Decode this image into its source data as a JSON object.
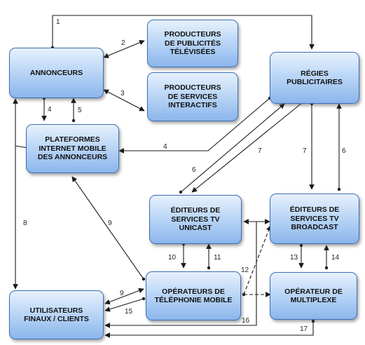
{
  "nodes": {
    "annonceurs": "ANNONCEURS",
    "producteurs_publicites": "PRODUCTEURS\nDE PUBLICITÉS\nTÉLÉVISÉES",
    "producteurs_services": "PRODUCTEURS\nDE SERVICES\nINTERACTIFS",
    "regies": "RÉGIES\nPUBLICITAIRES",
    "plateformes": "PLATEFORMES\nINTERNET MOBILE\nDES ANNONCEURS",
    "editeurs_unicast": "ÉDITEURS DE\nSERVICES TV\nUNICAST",
    "editeurs_broadcast": "ÉDITEURS DE\nSERVICES TV\nBROADCAST",
    "operateurs_mobile": "OPÉRATEURS DE\nTÉLÉPHONIE MOBILE",
    "operateur_multiplexe": "OPÉRATEUR DE\nMULTIPLEXE",
    "utilisateurs": "UTILISATEURS\nFINAUX / CLIENTS"
  },
  "edges": {
    "e1": "1",
    "e2": "2",
    "e3": "3",
    "e4a": "4",
    "e5": "5",
    "e4b": "4",
    "e6a": "6",
    "e7a": "7",
    "e7b": "7",
    "e6b": "6",
    "e8": "8",
    "e9a": "9",
    "e10": "10",
    "e11": "11",
    "e12": "12",
    "e13": "13",
    "e14": "14",
    "e9b": "9",
    "e15": "15",
    "e16": "16",
    "e17": "17"
  }
}
